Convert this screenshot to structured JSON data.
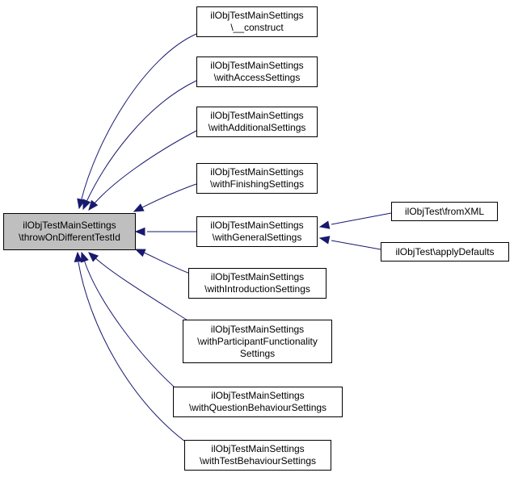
{
  "diagram": {
    "type": "call-graph",
    "edge_color": "#191970",
    "focus_fill": "#bfbfbf",
    "focus": {
      "id": "throwOnDifferentTestId",
      "lines": [
        "ilObjTestMainSettings",
        "\\throwOnDifferentTestId"
      ]
    },
    "callers": [
      {
        "id": "construct",
        "lines": [
          "ilObjTestMainSettings",
          "\\__construct"
        ]
      },
      {
        "id": "withAccessSettings",
        "lines": [
          "ilObjTestMainSettings",
          "\\withAccessSettings"
        ]
      },
      {
        "id": "withAdditionalSettings",
        "lines": [
          "ilObjTestMainSettings",
          "\\withAdditionalSettings"
        ]
      },
      {
        "id": "withFinishingSettings",
        "lines": [
          "ilObjTestMainSettings",
          "\\withFinishingSettings"
        ]
      },
      {
        "id": "withGeneralSettings",
        "lines": [
          "ilObjTestMainSettings",
          "\\withGeneralSettings"
        ]
      },
      {
        "id": "withIntroductionSettings",
        "lines": [
          "ilObjTestMainSettings",
          "\\withIntroductionSettings"
        ]
      },
      {
        "id": "withParticipantFunctionalitySettings",
        "lines": [
          "ilObjTestMainSettings",
          "\\withParticipantFunctionality",
          "Settings"
        ]
      },
      {
        "id": "withQuestionBehaviourSettings",
        "lines": [
          "ilObjTestMainSettings",
          "\\withQuestionBehaviourSettings"
        ]
      },
      {
        "id": "withTestBehaviourSettings",
        "lines": [
          "ilObjTestMainSettings",
          "\\withTestBehaviourSettings"
        ]
      }
    ],
    "second_level_callers": [
      {
        "id": "fromXML",
        "lines": [
          "ilObjTest\\fromXML"
        ],
        "calls": "withGeneralSettings"
      },
      {
        "id": "applyDefaults",
        "lines": [
          "ilObjTest\\applyDefaults"
        ],
        "calls": "withGeneralSettings"
      }
    ]
  }
}
